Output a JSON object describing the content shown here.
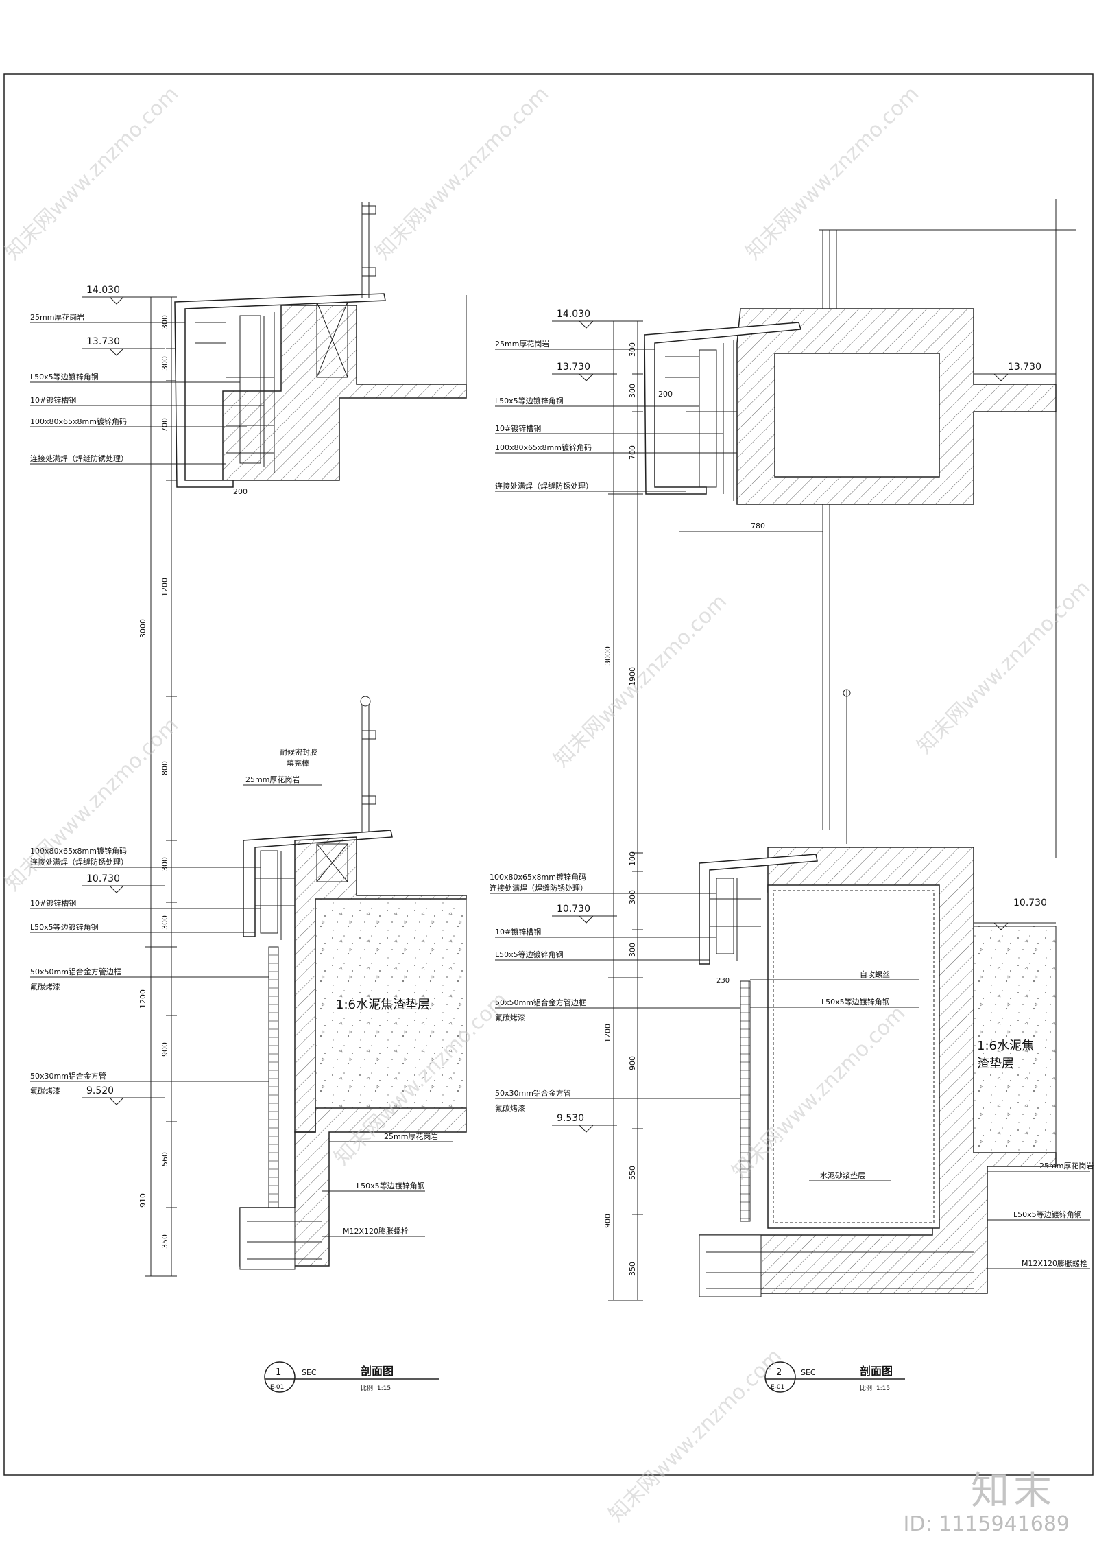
{
  "left_detail": {
    "elev_top": "14.030",
    "elev_mid": "13.730",
    "elev_lower": "10.730",
    "elev_bottom": "9.520",
    "dims_v": [
      "300",
      "300",
      "700",
      "1200",
      "3000",
      "800",
      "300",
      "300",
      "1200",
      "900",
      "560",
      "910",
      "350"
    ],
    "dims_h": [
      "200"
    ],
    "notes_top": [
      "25mm厚花岗岩",
      "L50x5等边镀锌角钢",
      "10#镀锌槽钢",
      "100x80x65x8mm镀锌角码",
      "连接处满焊（焊缝防锈处理）"
    ],
    "notes_mid_top": [
      "耐候密封胶",
      "填充棒",
      "25mm厚花岗岩"
    ],
    "notes_mid": [
      "100x80x65x8mm镀锌角码",
      "连接处满焊（焊缝防锈处理）",
      "10#镀锌槽钢",
      "L50x5等边镀锌角钢",
      "50x50mm铝合金方管边框",
      "氟碳烤漆",
      "50x30mm铝合金方管",
      "氟碳烤漆"
    ],
    "notes_right": [
      "25mm厚花岗岩",
      "L50x5等边镀锌角钢",
      "M12X120膨胀螺栓"
    ],
    "fill_label": "1:6水泥焦渣垫层",
    "callout_num": "1",
    "callout_ref": "E-01",
    "callout_sec": "SEC",
    "title": "剖面图",
    "scale": "比例: 1:15"
  },
  "right_detail": {
    "elev_top": "14.030",
    "elev_mid": "13.730",
    "elev_right": "13.730",
    "elev_lower": "10.730",
    "elev_lower_right": "10.730",
    "elev_bottom": "9.530",
    "dims_v": [
      "300",
      "300",
      "700",
      "3000",
      "1900",
      "100",
      "300",
      "300",
      "1200",
      "900",
      "550",
      "900",
      "350"
    ],
    "dims_h": [
      "200",
      "780",
      "230"
    ],
    "notes_top": [
      "25mm厚花岗岩",
      "L50x5等边镀锌角钢",
      "10#镀锌槽钢",
      "100x80x65x8mm镀锌角码",
      "连接处满焊（焊缝防锈处理）"
    ],
    "notes_mid": [
      "100x80x65x8mm镀锌角码",
      "连接处满焊（焊缝防锈处理）",
      "10#镀锌槽钢",
      "L50x5等边镀锌角钢",
      "50x50mm铝合金方管边框",
      "氟碳烤漆",
      "50x30mm铝合金方管",
      "氟碳烤漆"
    ],
    "notes_inner": [
      "自攻螺丝",
      "L50x5等边镀锌角钢",
      "水泥砂浆垫层"
    ],
    "notes_right": [
      "25mm厚花岗岩",
      "L50x5等边镀锌角钢",
      "M12X120膨胀螺栓"
    ],
    "fill_label_1": "1:6水泥焦",
    "fill_label_2": "渣垫层",
    "callout_num": "2",
    "callout_ref": "E-01",
    "callout_sec": "SEC",
    "title": "剖面图",
    "scale": "比例: 1:15"
  },
  "watermark": "知末网www.znzmo.com",
  "brand_logo": "知末",
  "brand_id": "ID: 1115941689"
}
